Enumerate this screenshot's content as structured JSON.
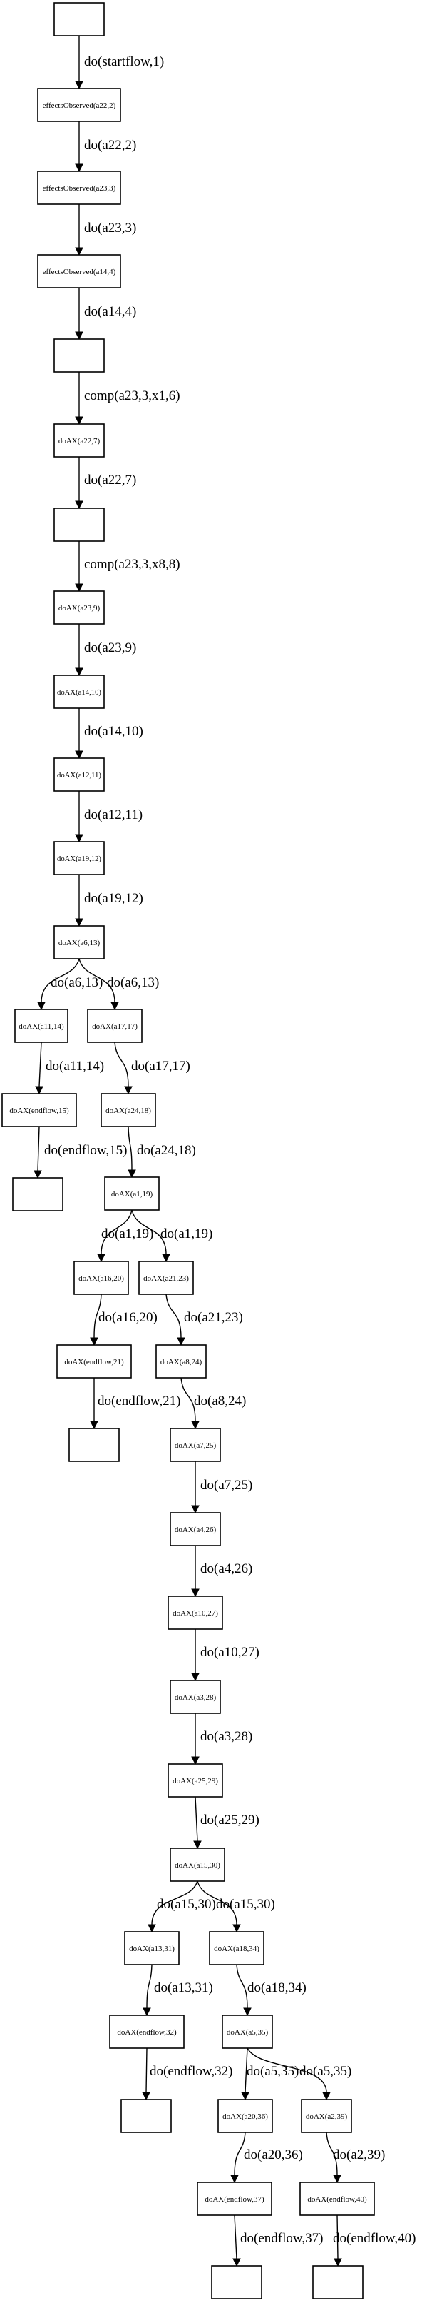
{
  "nodes": {
    "start": "",
    "n1": "effectsObserved(a22,2)",
    "n2": "effectsObserved(a23,3)",
    "n3": "effectsObserved(a14,4)",
    "b1": "",
    "n4": "doAX(a22,7)",
    "b2": "",
    "n5": "doAX(a23,9)",
    "n6": "doAX(a14,10)",
    "n7": "doAX(a12,11)",
    "n8": "doAX(a19,12)",
    "n9": "doAX(a6,13)",
    "n10": "doAX(a11,14)",
    "n11": "doAX(a17,17)",
    "n12": "doAX(endflow,15)",
    "n13": "doAX(a24,18)",
    "e1": "",
    "n14": "doAX(a1,19)",
    "n15": "doAX(a16,20)",
    "n16": "doAX(a21,23)",
    "n17": "doAX(endflow,21)",
    "n18": "doAX(a8,24)",
    "e2": "",
    "n19": "doAX(a7,25)",
    "n20": "doAX(a4,26)",
    "n21": "doAX(a10,27)",
    "n22": "doAX(a3,28)",
    "n23": "doAX(a25,29)",
    "n24": "doAX(a15,30)",
    "n25": "doAX(a13,31)",
    "n26": "doAX(a18,34)",
    "n27": "doAX(endflow,32)",
    "n28": "doAX(a5,35)",
    "e3": "",
    "n29": "doAX(a20,36)",
    "n30": "doAX(a2,39)",
    "n31": "doAX(endflow,37)",
    "n32": "doAX(endflow,40)",
    "e4": "",
    "e5": ""
  },
  "edges": {
    "start_n1": "do(startflow,1)",
    "n1_n2": "do(a22,2)",
    "n2_n3": "do(a23,3)",
    "n3_b1": "do(a14,4)",
    "b1_n4": "comp(a23,3,x1,6)",
    "n4_b2": "do(a22,7)",
    "b2_n5": "comp(a23,3,x8,8)",
    "n5_n6": "do(a23,9)",
    "n6_n7": "do(a14,10)",
    "n7_n8": "do(a12,11)",
    "n8_n9": "do(a19,12)",
    "n9_n10": "do(a6,13)",
    "n9_n11": "do(a6,13)",
    "n10_n12": "do(a11,14)",
    "n11_n13": "do(a17,17)",
    "n12_e1": "do(endflow,15)",
    "n13_n14": "do(a24,18)",
    "n14_n15": "do(a1,19)",
    "n14_n16": "do(a1,19)",
    "n15_n17": "do(a16,20)",
    "n16_n18": "do(a21,23)",
    "n17_e2": "do(endflow,21)",
    "n18_n19": "do(a8,24)",
    "n19_n20": "do(a7,25)",
    "n20_n21": "do(a4,26)",
    "n21_n22": "do(a10,27)",
    "n22_n23": "do(a3,28)",
    "n23_n24": "do(a25,29)",
    "n24_n25": "do(a15,30)",
    "n24_n26": "do(a15,30)",
    "n25_n27": "do(a13,31)",
    "n26_n28": "do(a18,34)",
    "n27_e3": "do(endflow,32)",
    "n28_n29": "do(a5,35)",
    "n28_n30": "do(a5,35)",
    "n29_n31": "do(a20,36)",
    "n30_n32": "do(a2,39)",
    "n31_e4": "do(endflow,37)",
    "n32_e5": "do(endflow,40)"
  }
}
